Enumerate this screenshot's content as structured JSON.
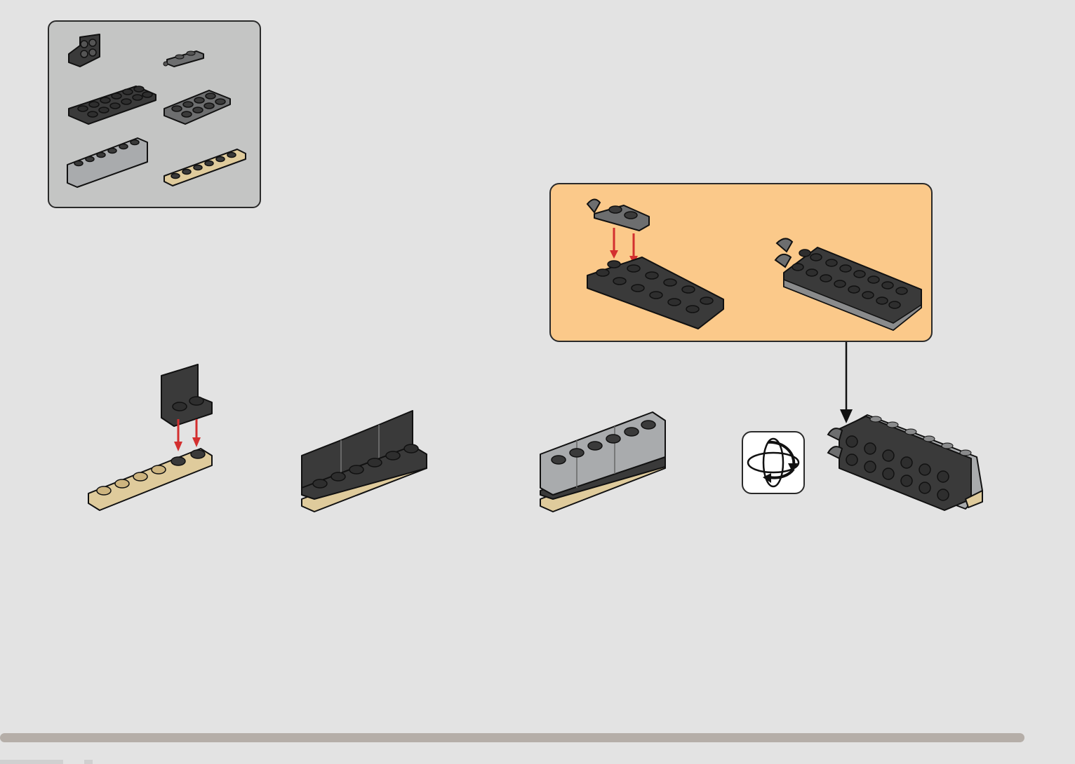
{
  "page": {
    "background": "#e3e3e3",
    "parts_panel_color": "#c4c5c4",
    "subassembly_panel_color": "#fbc98a",
    "connection_arrow_color": "#d32f2f",
    "progress_track_color": "#b5aea8"
  },
  "parts_list": {
    "items": [
      {
        "name": "bracket-1x2-2x2",
        "color": "#3a3a3a"
      },
      {
        "name": "plate-1x2-with-clip",
        "color": "#6d6e6f"
      },
      {
        "name": "plate-2x6",
        "color": "#3a3a3a"
      },
      {
        "name": "plate-2x4",
        "color": "#6d6e6f"
      },
      {
        "name": "brick-1x6",
        "color": "#a9abad"
      },
      {
        "name": "plate-1x6",
        "color": "#dfcb9c"
      }
    ]
  },
  "steps": [
    {
      "name": "attach-bracket-to-tan-plate"
    },
    {
      "name": "three-brackets-on-tan-plate"
    },
    {
      "name": "add-grey-bricks"
    },
    {
      "name": "rotate-and-attach-subassembly"
    }
  ],
  "subassembly": {
    "steps": [
      {
        "name": "clip-plate-onto-2x6-plate"
      },
      {
        "name": "completed-clip-plate-assembly"
      }
    ]
  },
  "icons": {
    "rotate": "rotate-model-icon"
  },
  "progress": {
    "fraction": 0.95
  }
}
